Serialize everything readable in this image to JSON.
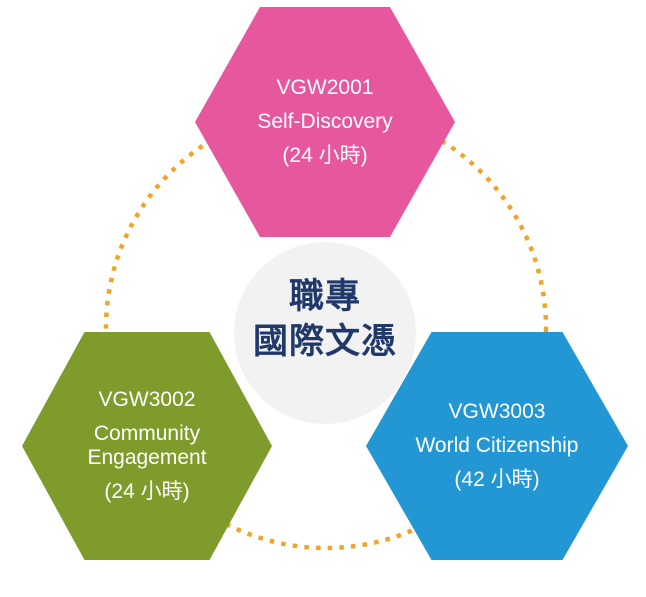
{
  "center": {
    "line1": "職專",
    "line2": "國際文憑"
  },
  "hexagons": [
    {
      "code": "VGW2001",
      "name": "Self-Discovery",
      "hours": "(24 小時)",
      "color": "#E7579D"
    },
    {
      "code": "VGW3002",
      "name": "Community Engagement",
      "hours": "(24 小時)",
      "color": "#7E9B2B"
    },
    {
      "code": "VGW3003",
      "name": "World Citizenship",
      "hours": "(42 小時)",
      "color": "#2397D4"
    }
  ],
  "colors": {
    "background": "#FFFFFF",
    "dotted_circle": "#F0A428",
    "center_circle_fill": "#F2F2F3",
    "center_text": "#203968",
    "hexagon_text": "#FFFFFF"
  }
}
